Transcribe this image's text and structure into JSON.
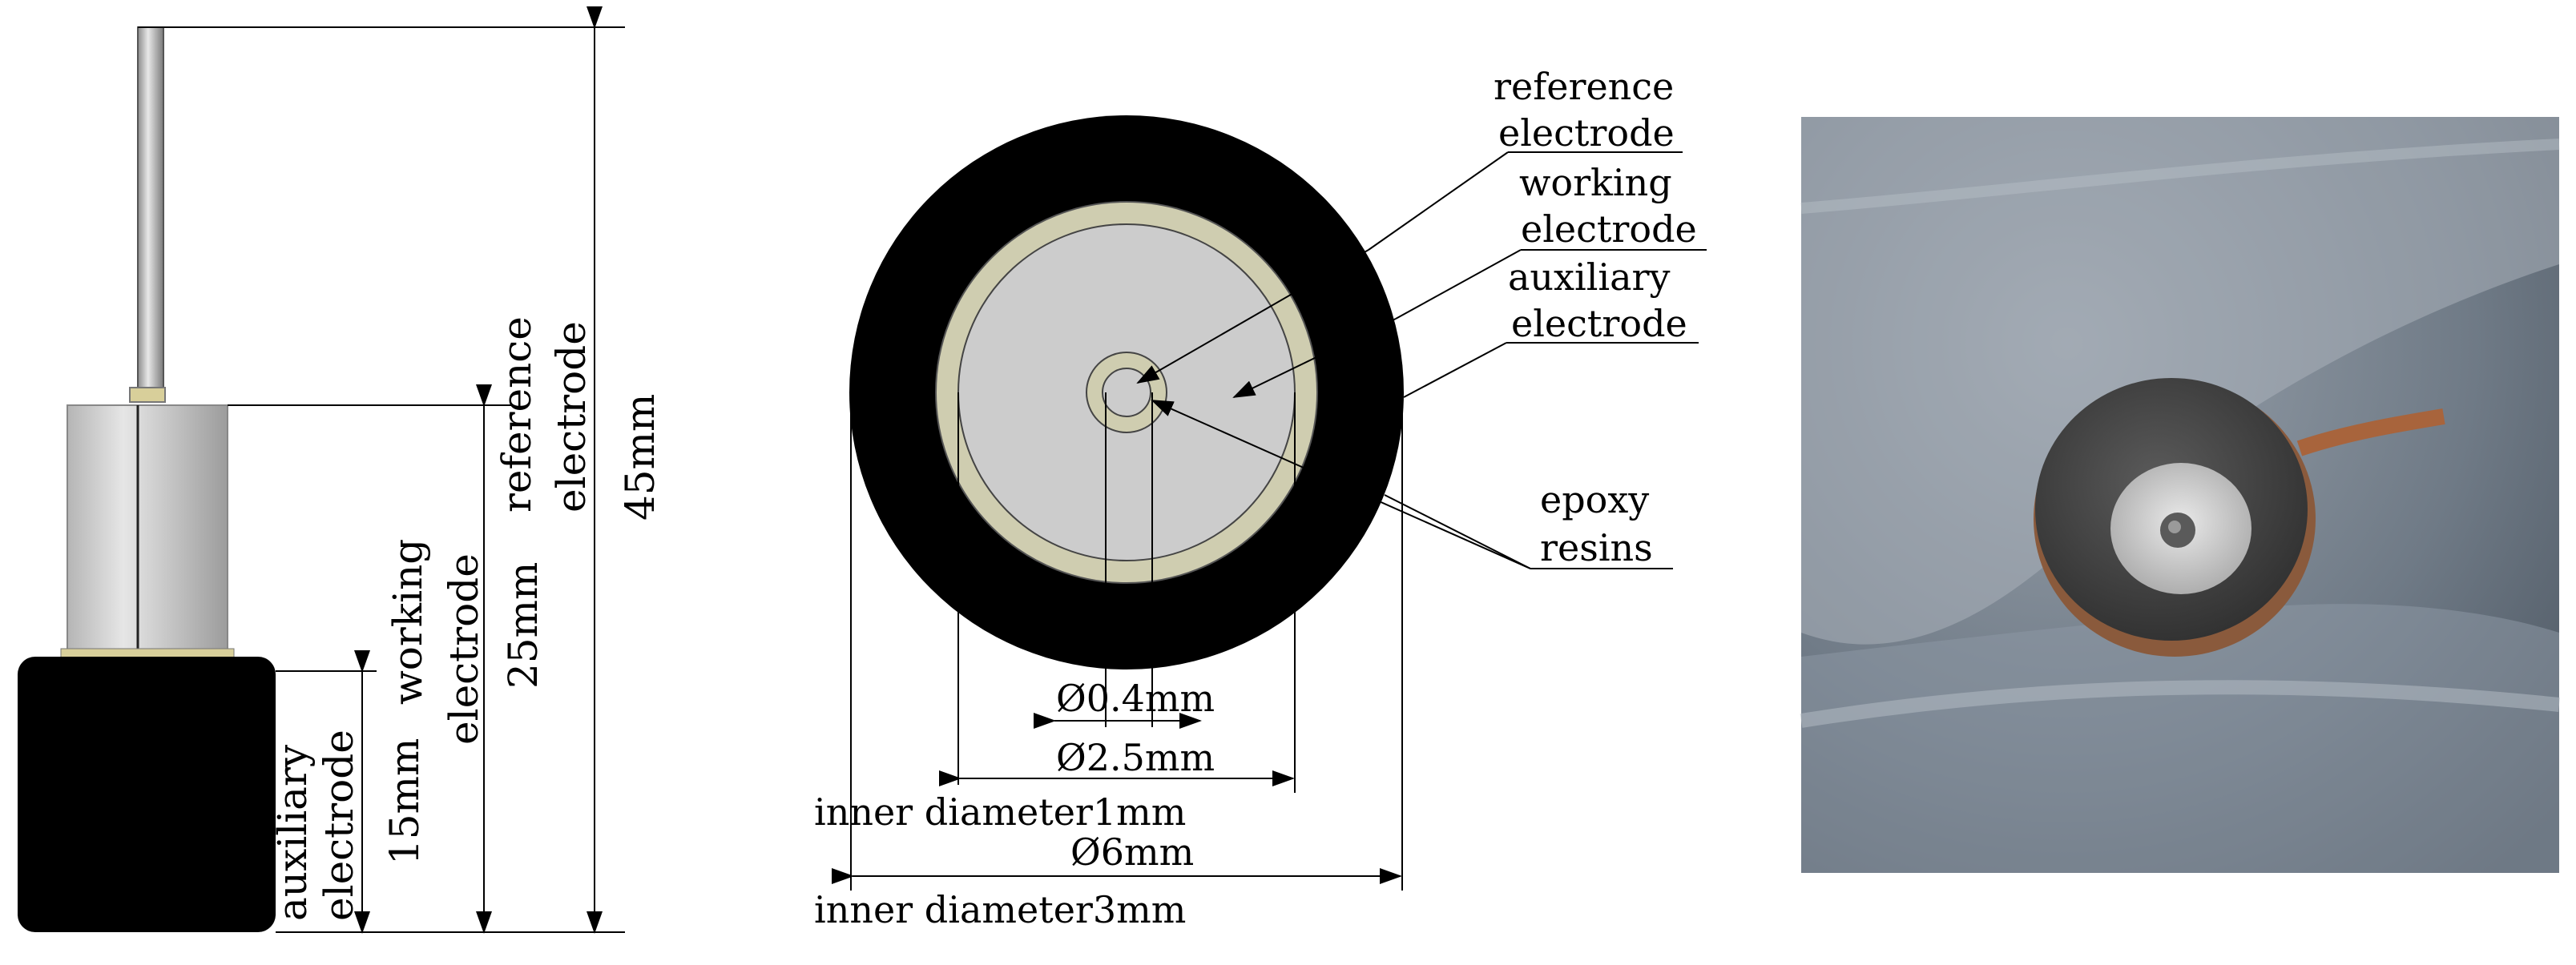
{
  "side_view": {
    "labels": {
      "aux_line1": "auxiliary",
      "aux_line2": "electrode",
      "aux_dim": "15mm",
      "work_line1": "working",
      "work_line2": "electrode",
      "work_dim": "25mm",
      "ref_line1": "reference",
      "ref_line2": "electrode",
      "ref_dim": "45mm"
    }
  },
  "cross_section": {
    "callouts": {
      "ref_line1": "reference",
      "ref_line2": "electrode",
      "work_line1": "working",
      "work_line2": "electrode",
      "aux_line1": "auxiliary",
      "aux_line2": "electrode",
      "epoxy_line1": "epoxy",
      "epoxy_line2": "resins"
    },
    "dimensions": {
      "d04": "Ø0.4mm",
      "d25": "Ø2.5mm",
      "inner1": "inner diameter1mm",
      "d6": "Ø6mm",
      "inner3": "inner diameter3mm"
    }
  },
  "colors": {
    "outer_ring": "#000000",
    "epoxy_ring": "#cfcdb0",
    "electrode_fill": "#cccccc",
    "line": "#000000"
  },
  "photo": {
    "subject": "photograph of electrode tip end face"
  }
}
